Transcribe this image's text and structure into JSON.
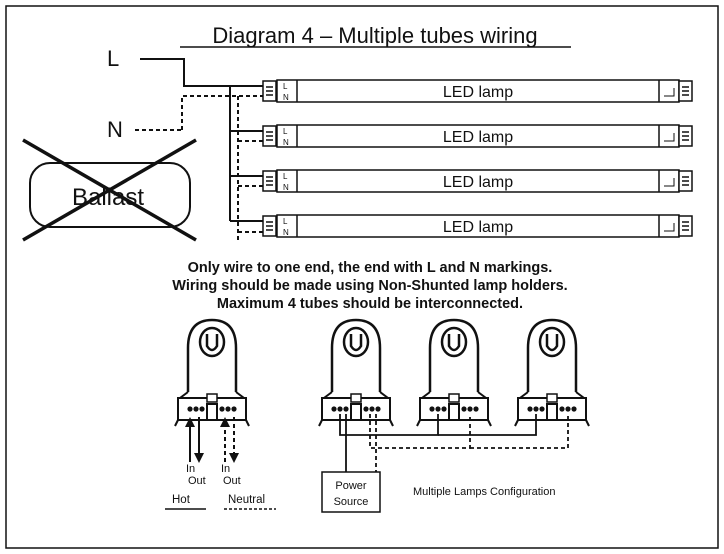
{
  "title": "Diagram 4 – Multiple tubes wiring",
  "wires": {
    "live": "L",
    "neutral": "N"
  },
  "ballast_label": "Ballast",
  "lamp_label": "LED  lamp",
  "lamp_end_marks": {
    "live": "L",
    "neutral": "N"
  },
  "notes": [
    "Only wire to one end, the end with L and N markings.",
    "Wiring should be made using Non-Shunted lamp holders.",
    "Maximum 4 tubes should be interconnected."
  ],
  "holder_labels": {
    "in": "In",
    "out": "Out"
  },
  "legend": {
    "hot": "Hot",
    "neutral": "Neutral"
  },
  "power_source": [
    "Power",
    "Source"
  ],
  "config_label": "Multiple Lamps Configuration",
  "colors": {
    "line": "#111111",
    "background": "#ffffff"
  }
}
